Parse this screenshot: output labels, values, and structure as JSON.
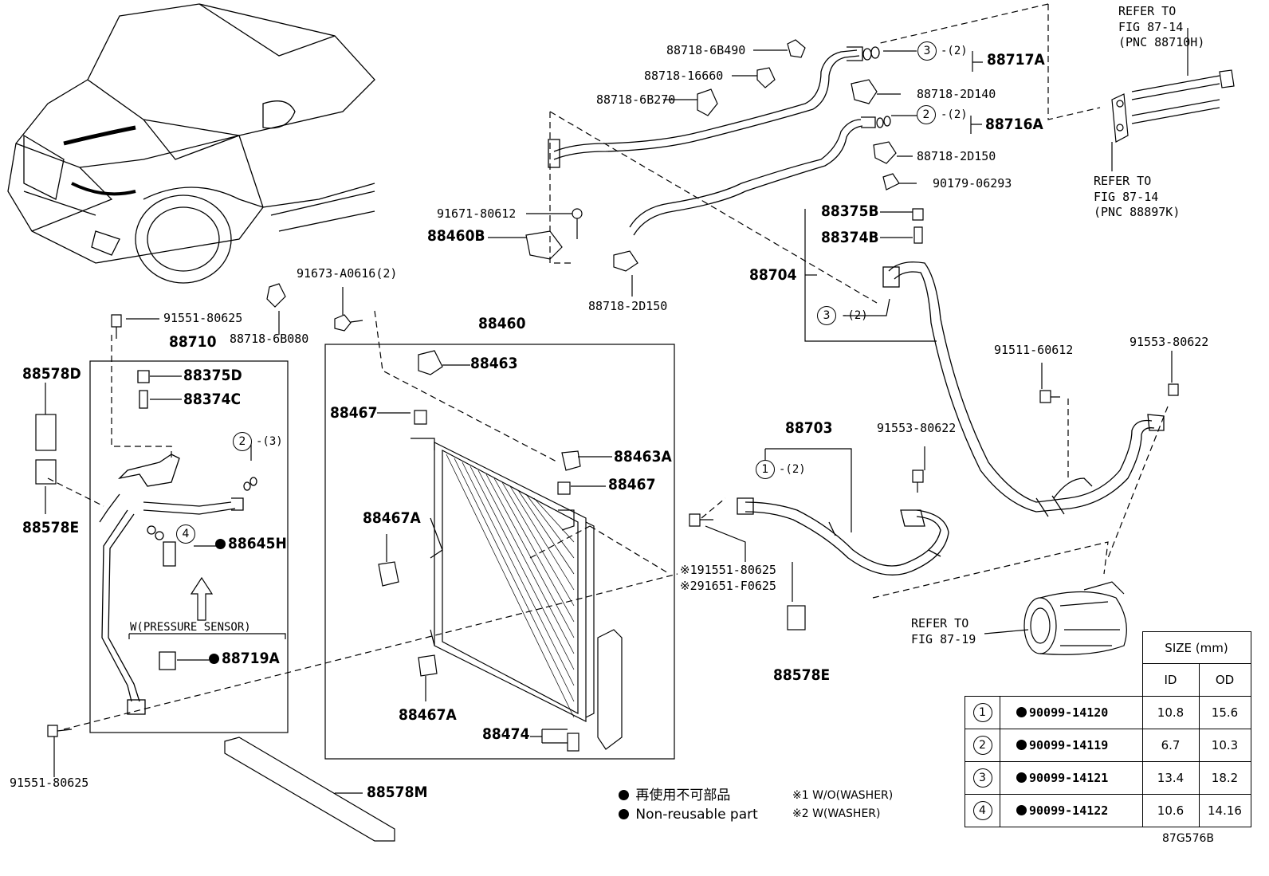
{
  "refs": {
    "fig_8714_h": "REFER TO\nFIG 87-14\n(PNC 88710H)",
    "fig_8714_k": "REFER TO\nFIG 87-14\n(PNC 88897K)",
    "fig_8719": "REFER TO\nFIG 87-19"
  },
  "parts": {
    "p_6b490": "88718-6B490",
    "p_16660": "88718-16660",
    "p_6b270": "88718-6B270",
    "p_88717a": "88717A",
    "p_2d140": "88718-2D140",
    "p_88716a": "88716A",
    "p_2d150a": "88718-2D150",
    "p_06293": "90179-06293",
    "p_91671": "91671-80612",
    "p_88460b": "88460B",
    "p_88375b": "88375B",
    "p_88374b": "88374B",
    "p_88704": "88704",
    "p_2d150b": "88718-2D150",
    "p_91673": "91673-A0616(2)",
    "p_91551a": "91551-80625",
    "p_6b080": "88718-6B080",
    "p_88710": "88710",
    "p_88460": "88460",
    "p_88578d": "88578D",
    "p_88375d": "88375D",
    "p_88374c": "88374C",
    "p_88463": "88463",
    "p_88467a1": "88467",
    "p_91511": "91511-60612",
    "p_91553a": "91553-80622",
    "p_88703": "88703",
    "p_91553b": "91553-80622",
    "p_88578e": "88578E",
    "p_88645h": "88645H",
    "p_88463a": "88463A",
    "p_88467b": "88467",
    "p_88467a": "88467A",
    "p_pressure": "W(PRESSURE SENSOR)",
    "p_88719a": "88719A",
    "p_n1": "※191551-80625",
    "p_n2": "※291651-F0625",
    "p_88578e2": "88578E",
    "p_88467a2": "88467A",
    "p_88474": "88474",
    "p_91551b": "91551-80625",
    "p_88578m": "88578M"
  },
  "circle_refs": {
    "c3a": "3",
    "c3a_q": "-(2)",
    "c2a": "2",
    "c2a_q": "-(2)",
    "c3b": "3",
    "c3b_q": "-(2)",
    "c2b": "2",
    "c2b_q": "-(3)",
    "c1": "1",
    "c1_q": "-(2)",
    "c4": "4"
  },
  "legend": {
    "jp": "再使用不可部品",
    "en": "Non-reusable part",
    "note1": "※1 W/O(WASHER)",
    "note2": "※2 W(WASHER)"
  },
  "size_table": {
    "header": "SIZE (mm)",
    "col_id": "ID",
    "col_od": "OD",
    "rows": [
      {
        "ref": "1",
        "part": "90099-14120",
        "id": "10.8",
        "od": "15.6"
      },
      {
        "ref": "2",
        "part": "90099-14119",
        "id": "6.7",
        "od": "10.3"
      },
      {
        "ref": "3",
        "part": "90099-14121",
        "id": "13.4",
        "od": "18.2"
      },
      {
        "ref": "4",
        "part": "90099-14122",
        "id": "10.6",
        "od": "14.16"
      }
    ]
  },
  "figure_code": "87G576B"
}
